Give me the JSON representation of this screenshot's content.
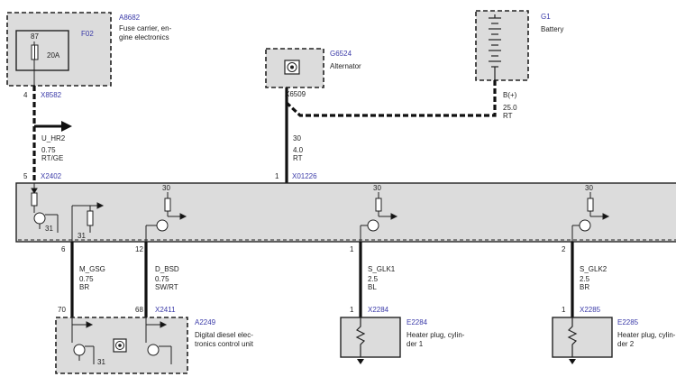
{
  "fuse_carrier": {
    "id": "A8682",
    "desc1": "Fuse carrier, en-",
    "desc2": "gine electronics",
    "fuse_id": "F02",
    "fuse_pin": "87",
    "fuse_rating": "20A",
    "pin": "4",
    "connector": "X8582"
  },
  "wire_uhr2": {
    "signal": "U_HR2",
    "gauge": "0.75",
    "color": "RT/GE"
  },
  "alternator": {
    "id": "G6524",
    "desc": "Alternator",
    "connector": "X6509"
  },
  "battery": {
    "id": "G1",
    "desc": "Battery",
    "signal": "B(+)",
    "gauge": "25.0",
    "color": "RT"
  },
  "wire_30": {
    "signal": "30",
    "gauge": "4.0",
    "color": "RT"
  },
  "main_module": {
    "connector_left": "X2402",
    "pin_left": "5",
    "connector_right": "X01226",
    "pin_right": "1",
    "ground_label": "31",
    "term_30": "30",
    "pins_bottom": [
      "6",
      "12",
      "1",
      "2"
    ]
  },
  "wire_mgsg": {
    "signal": "M_GSG",
    "gauge": "0.75",
    "color": "BR"
  },
  "wire_dbsd": {
    "signal": "D_BSD",
    "gauge": "0.75",
    "color": "SW/RT"
  },
  "wire_sglk1": {
    "signal": "S_GLK1",
    "gauge": "2.5",
    "color": "BL"
  },
  "wire_sglk2": {
    "signal": "S_GLK2",
    "gauge": "2.5",
    "color": "BR"
  },
  "dde": {
    "id": "A2249",
    "desc1": "Digital diesel elec-",
    "desc2": "tronics control unit",
    "pin_a": "70",
    "pin_b": "68",
    "connector": "X2411",
    "ground": "31"
  },
  "heater1": {
    "id": "E2284",
    "desc1": "Heater plug, cylin-",
    "desc2": "der 1",
    "pin": "1",
    "connector": "X2284"
  },
  "heater2": {
    "id": "E2285",
    "desc1": "Heater plug, cylin-",
    "desc2": "der 2",
    "pin": "1",
    "connector": "X2285"
  }
}
